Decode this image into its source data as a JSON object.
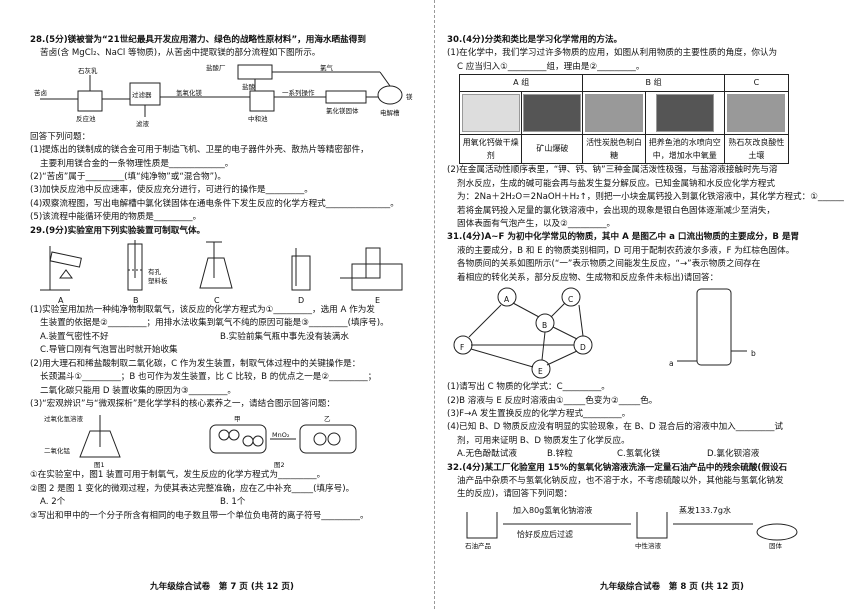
{
  "left": {
    "q28": {
      "title": "28.(5分)镁被誉为“21世纪最具开发应用潜力、绿色的战略性原材料”，用海水晒盐得到",
      "line2": "苦卤(含 MgCl₂、NaCl 等物质)，从苦卤中提取镁的部分流程如下图所示。",
      "diagram_labels": [
        "石灰乳",
        "苦卤",
        "反应池",
        "过滤器",
        "滤液",
        "氢氧化镁",
        "盐酸",
        "中和池",
        "一系列操作",
        "氯化镁固体",
        "电解槽",
        "氯气",
        "盐酸厂",
        "镁"
      ],
      "answer_lead": "回答下列问题：",
      "sub1": "(1)提炼出的镁制成的镁合金可用于制造飞机、卫星的电子器件外壳、散热片等精密部件，",
      "sub1b": "主要利用镁合金的一条物理性质是_____________。",
      "sub2": "(2)“苦卤”属于_________(填“纯净物”或“混合物”)。",
      "sub3": "(3)加快反应池中反应速率，使反应充分进行，可进行的操作是_________。",
      "sub4": "(4)观察流程图，写出电解槽中氯化镁固体在通电条件下发生反应的化学方程式_______________。",
      "sub5": "(5)该流程中能循环使用的物质是_________。"
    },
    "q29": {
      "title": "29.(9分)实验室用下列实验装置可制取气体。",
      "apparatus": [
        "A",
        "B",
        "C",
        "D",
        "E"
      ],
      "apparatus_note": [
        "有孔",
        "塑料板"
      ],
      "s1": "(1)实验室用加热一种纯净物制取氧气，该反应的化学方程式为①_________，选用 A 作为发",
      "s1b": "生装置的依据是②_________；用排水法收集到氧气不纯的原因可能是③_________(填序号)。",
      "s1_opts": [
        "A.装置气密性不好",
        "B.实验前集气瓶中事先没有装满水",
        "C.导管口刚有气泡冒出时就开始收集"
      ],
      "s2": "(2)用大理石和稀盐酸制取二氧化碳，C 作为发生装置，制取气体过程中的关键操作是：",
      "s2b": "长颈漏斗①_________；B 也可作为发生装置，比 C 比较，B 的优点之一是②_________；",
      "s2c": "二氧化碳只能用 D 装置收集的原因为③_________。",
      "s3": "(3)“宏观辨识”与“微观探析”是化学学科的核心素养之一，请结合图示回答问题：",
      "fig_labels": [
        "过氧化氢溶液",
        "二氧化锰",
        "图1",
        "图2",
        "甲",
        "乙",
        "MnO₂"
      ],
      "s3_1": "①在实验室中，图1 装置可用于制氧气，发生反应的化学方程式为_________。",
      "s3_2": "②图 2 是图 1 变化的微观过程，为使其表达完整准确，应在乙中补充_____(填序号)。",
      "s3_opts": [
        "A. 2个",
        "B. 1个"
      ],
      "s3_3": "③写出和甲中的一个分子所含有相同的电子数且带一个单位负电荷的离子符号_________。"
    },
    "footer": "九年级综合试卷　第 7 页 (共 12 页)"
  },
  "right": {
    "q30": {
      "title": "30.(4分)分类和类比是学习化学常用的方法。",
      "s1": "(1)在化学中，我们学习过许多物质的应用，如图从利用物质的主要性质的角度，你认为",
      "s1b": "C 应当归入①_________组，理由是②_________。",
      "groups": [
        "A 组",
        "B 组",
        "C"
      ],
      "items": [
        "用氧化钙做干燥剂",
        "矿山爆破",
        "活性炭脱色制白糖",
        "把养鱼池的水喷向空中，增加水中氧量",
        "熟石灰改良酸性土壤"
      ],
      "s2": "(2)在金属活动性顺序表里，“钾、钙、钠”三种金属活泼性极强，与盐溶液接触时先与溶",
      "s2b": "剂水反应，生成的碱可能会再与盐发生复分解反应。已知金属钠和水反应化学方程式",
      "s2c": "为：2Na＋2H₂O＝2NaOH＋H₂↑，则把一小块金属钙投入到氯化铁溶液中，其化学方程式：①_________；",
      "s2d": "若将金属钙投入足量的氯化铁溶液中，会出现的现象是银白色固体逐渐减少至消失，",
      "s2e": "固体表面有气泡产生，以及②_________。"
    },
    "q31": {
      "title": "31.(4分)A~F 为初中化学常见的物质，其中 A 是图乙中 a 口流出物质的主要成分，B 是胃",
      "l2": "液的主要成分，B 和 E 的物质类别相同，D 可用于配制农药波尔多液，F 为红棕色固体。",
      "l3": "各物质间的关系如图所示(“一”表示物质之间能发生反应，“→”表示物质之间存在",
      "l4": "着相应的转化关系，部分反应物、生成物和反应条件未标出)请回答：",
      "nodes": [
        "A",
        "B",
        "C",
        "D",
        "E",
        "F"
      ],
      "tower_labels": [
        "a",
        "b"
      ],
      "s1": "(1)请写出 C 物质的化学式：C_________。",
      "s2": "(2)B 溶液与 E 反应时溶液由①_____色变为②_____色。",
      "s3": "(3)F→A 发生置换反应的化学方程式_________。",
      "s4": "(4)已知 B、D 物质反应没有明显的实验现象，在 B、D 混合后的溶液中加入_________试",
      "s4b": "剂，可用来证明 B、D 物质发生了化学反应。",
      "s4_opts": [
        "A.无色酚酞试液",
        "B.锌粒",
        "C.氢氧化镁",
        "D.氯化钡溶液"
      ]
    },
    "q32": {
      "title": "32.(4分)某工厂化验室用 15%的氢氧化钠溶液洗涤一定量石油产品中的残余硫酸(假设石",
      "l2": "油产品中杂质不与氢氧化钠反应，也不溶于水，不考虑硫酸以外，其他能与氢氧化钠发",
      "l3": "生的反应)，请回答下列问题：",
      "flow": [
        "加入80g氢氧化钠溶液",
        "恰好反应后过滤",
        "中性溶液",
        "蒸发133.7g水",
        "石油产品",
        "固体"
      ]
    },
    "footer": "九年级综合试卷　第 8 页 (共 12 页)"
  }
}
